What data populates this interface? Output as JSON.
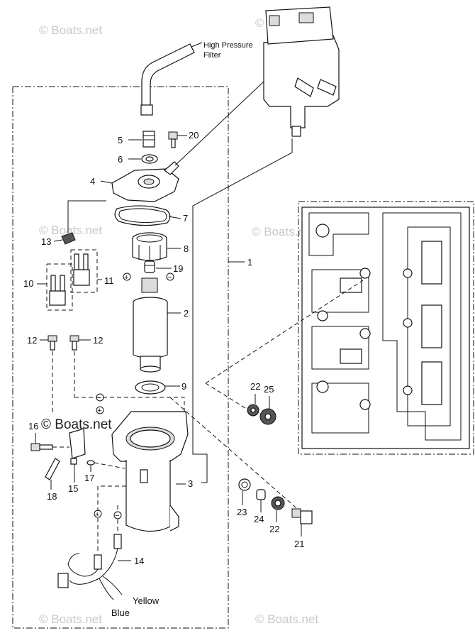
{
  "watermarks": {
    "top_left": "© Boats.net",
    "top_right": "© Boats.net",
    "mid_left": "© Boats.net",
    "mid_right": "© Boats.net",
    "bottom_left": "© Boats.net",
    "bottom_right": "© Boats.net",
    "dark": "© Boats.net"
  },
  "notes": {
    "high_pressure_line1": "High Pressure",
    "high_pressure_line2": "Filter",
    "yellow": "Yellow",
    "blue": "Blue",
    "plus_symbol": "+",
    "minus_symbol": "−"
  },
  "callouts": {
    "c1": "1",
    "c2": "2",
    "c3": "3",
    "c4": "4",
    "c5": "5",
    "c6": "6",
    "c7": "7",
    "c8": "8",
    "c9": "9",
    "c10": "10",
    "c11": "11",
    "c12a": "12",
    "c12b": "12",
    "c13": "13",
    "c14": "14",
    "c15": "15",
    "c16": "16",
    "c17": "17",
    "c18": "18",
    "c19": "19",
    "c20": "20",
    "c21": "21",
    "c22a": "22",
    "c22b": "22",
    "c23": "23",
    "c24": "24",
    "c25": "25"
  }
}
